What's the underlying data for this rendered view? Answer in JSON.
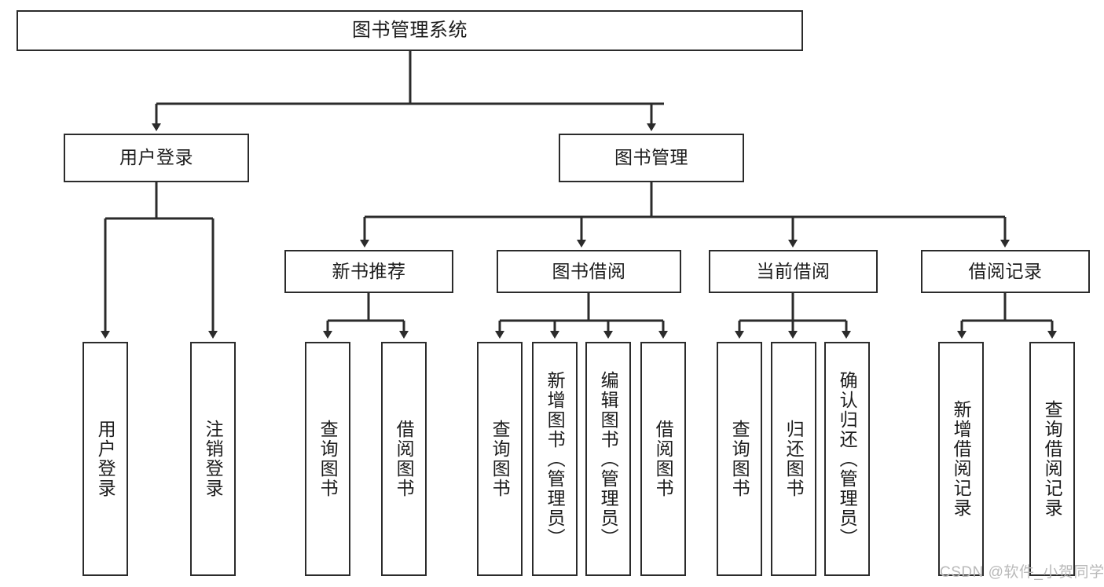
{
  "diagram": {
    "title": "图书管理系统",
    "type": "functional-structure-tree",
    "colors": {
      "box_border": "#2b2b2b",
      "box_fill": "#ffffff",
      "connector": "#2b2b2b",
      "text": "#1c1c1c",
      "watermark": "#b9b9b9"
    },
    "root": {
      "label": "图书管理系统"
    },
    "level2": [
      {
        "id": "user-login",
        "label": "用户登录"
      },
      {
        "id": "book-management",
        "label": "图书管理"
      }
    ],
    "level3": [
      {
        "id": "new-book-recommend",
        "label": "新书推荐"
      },
      {
        "id": "book-borrow",
        "label": "图书借阅"
      },
      {
        "id": "current-borrow",
        "label": "当前借阅"
      },
      {
        "id": "borrow-record",
        "label": "借阅记录"
      }
    ],
    "leaves": {
      "user_login": [
        {
          "id": "leaf-user-login",
          "label": "用户登录"
        },
        {
          "id": "leaf-logout-login",
          "label": "注销登录"
        }
      ],
      "new_book_recommend": [
        {
          "id": "leaf-query-book-1",
          "label": "查询图书"
        },
        {
          "id": "leaf-borrow-book-1",
          "label": "借阅图书"
        }
      ],
      "book_borrow": [
        {
          "id": "leaf-query-book-2",
          "label": "查询图书"
        },
        {
          "id": "leaf-add-book",
          "label": "新增图书（管理员）"
        },
        {
          "id": "leaf-edit-book",
          "label": "编辑图书（管理员）"
        },
        {
          "id": "leaf-borrow-book-2",
          "label": "借阅图书"
        }
      ],
      "current_borrow": [
        {
          "id": "leaf-query-book-3",
          "label": "查询图书"
        },
        {
          "id": "leaf-return-book",
          "label": "归还图书"
        },
        {
          "id": "leaf-confirm-return",
          "label": "确认归还（管理员）"
        }
      ],
      "borrow_record": [
        {
          "id": "leaf-add-record",
          "label": "新增借阅记录"
        },
        {
          "id": "leaf-query-record",
          "label": "查询借阅记录"
        }
      ]
    },
    "watermark": "CSDN @软件_小贺同学"
  }
}
